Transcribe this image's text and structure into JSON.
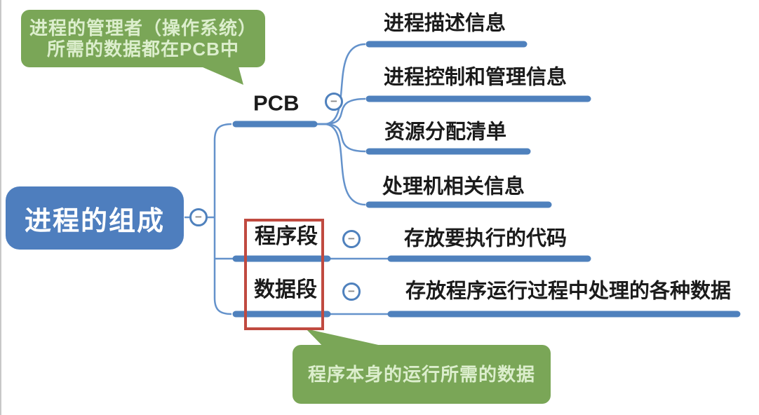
{
  "root": {
    "label": "进程的组成"
  },
  "pcb": {
    "label": "PCB",
    "children": [
      "进程描述信息",
      "进程控制和管理信息",
      "资源分配清单",
      "处理机相关信息"
    ]
  },
  "program_segment": {
    "label": "程序段",
    "leaf": "存放要执行的代码"
  },
  "data_segment": {
    "label": "数据段",
    "leaf": "存放程序运行过程中处理的各种数据"
  },
  "callouts": {
    "top_line1": "进程的管理者（操作系统）",
    "top_line2": "所需的数据都在PCB中",
    "bottom": "程序本身的运行所需的数据"
  },
  "icons": {
    "collapse": "−"
  },
  "colors": {
    "node_blue": "#4f81bd",
    "root_blue": "#4e7ebe",
    "line_blue": "#6492cb",
    "callout_green": "#7aa657",
    "callout_text": "#dceecd",
    "highlight_red": "#c04a40",
    "minus_gray": "#8a8a8a",
    "text_black": "#1b1b1b"
  }
}
